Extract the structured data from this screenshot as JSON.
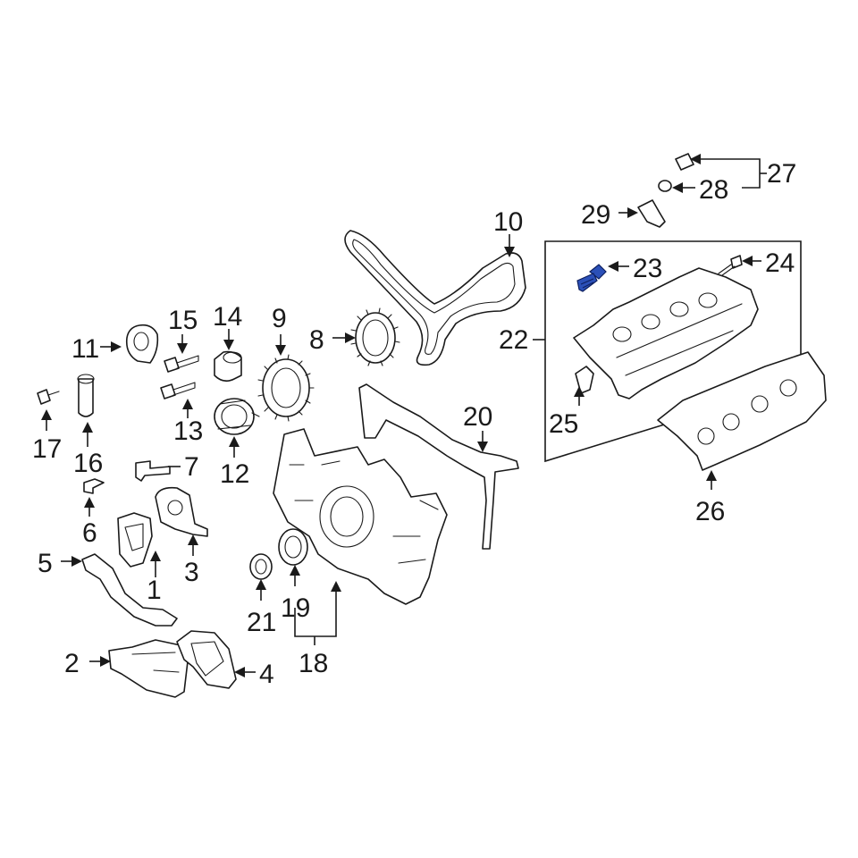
{
  "colors": {
    "line": "#1a1a1a",
    "highlight": "#2b50b8",
    "background": "#ffffff"
  },
  "callouts": {
    "c1": "1",
    "c2": "2",
    "c3": "3",
    "c4": "4",
    "c5": "5",
    "c6": "6",
    "c7": "7",
    "c8": "8",
    "c9": "9",
    "c10": "10",
    "c11": "11",
    "c12": "12",
    "c13": "13",
    "c14": "14",
    "c15": "15",
    "c16": "16",
    "c17": "17",
    "c18": "18",
    "c19": "19",
    "c20": "20",
    "c21": "21",
    "c22": "22",
    "c23": "23",
    "c24": "24",
    "c25": "25",
    "c26": "26",
    "c27": "27",
    "c28": "28",
    "c29": "29"
  },
  "highlighted_part": "23"
}
